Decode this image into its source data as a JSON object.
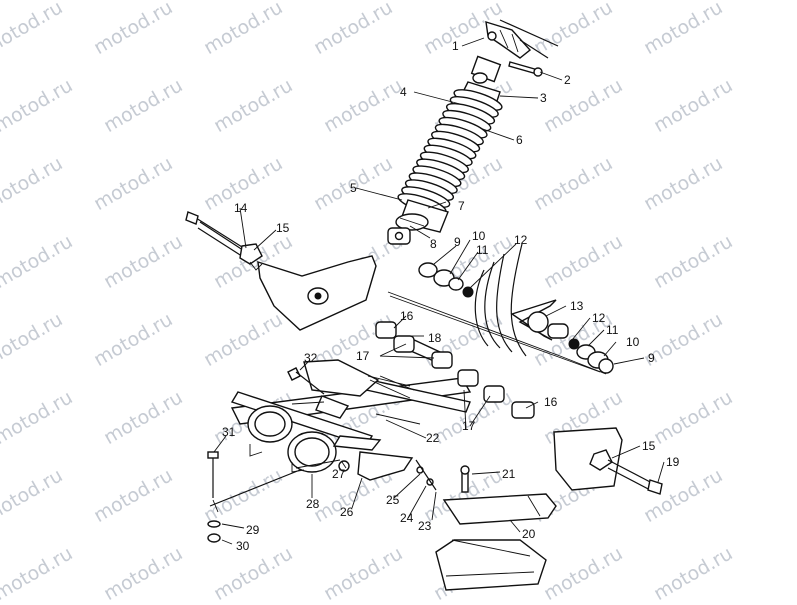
{
  "watermark": "motod.ru",
  "callouts": [
    "1",
    "2",
    "3",
    "4",
    "5",
    "6",
    "7",
    "8",
    "9",
    "10",
    "11",
    "12",
    "13",
    "14",
    "15",
    "16",
    "17",
    "18",
    "19",
    "20",
    "21",
    "22",
    "23",
    "24",
    "25",
    "26",
    "27",
    "28",
    "29",
    "30",
    "31",
    "32"
  ],
  "duplicate_callouts": [
    "9",
    "10",
    "11",
    "12",
    "15",
    "16",
    "17"
  ]
}
